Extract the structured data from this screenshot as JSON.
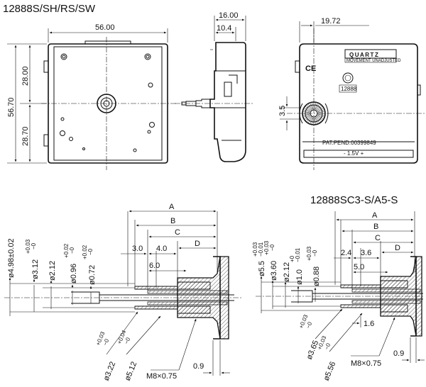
{
  "top_left_title": "12888S/SH/RS/SW",
  "bottom_right_title": "12888SC3-S/A5-S",
  "front_view": {
    "width_dim": "56.00",
    "height_dim": "56.70",
    "upper_dim": "28.00",
    "lower_dim": "28.70"
  },
  "side_view": {
    "depth_dim": "16.00",
    "inner_dim": "10.4"
  },
  "back_view": {
    "offset_dim": "19.72",
    "shaft_dim": "3.5",
    "brand": "QUARTZ",
    "brand_sub": "MOVEMENT UNADJUSTED",
    "ce_mark": "CE",
    "model_label": "12888",
    "patent": "PAT.PEND.00399849",
    "voltage": "- 1.5V +"
  },
  "left_section": {
    "letter_a": "A",
    "letter_b": "B",
    "letter_c": "C",
    "letter_d": "D",
    "dim_30": "3.0",
    "dim_40": "4.0",
    "dim_60": "6.0",
    "dia_498": "ø4.98±0.02",
    "dia_312": "ø3.12",
    "tol_312_up": "+0.03",
    "tol_312_dn": "−0",
    "dia_212": "ø2.12",
    "dia_096": "ø0.96",
    "tol_096_up": "+0.02",
    "tol_096_dn": "−0",
    "dia_072": "ø0.72",
    "tol_072_up": "+0.02",
    "tol_072_dn": "−0",
    "dia_322": "ø3.22",
    "tol_322_up": "+0.03",
    "tol_322_dn": "−0",
    "dia_512": "ø5.12",
    "tol_512_up": "+0.04",
    "tol_512_dn": "−0",
    "thread": "M8×0.75",
    "dim_09": "0.9"
  },
  "right_section": {
    "letter_a": "A",
    "letter_b": "B",
    "letter_c": "C",
    "letter_d": "D",
    "dim_24": "2.4",
    "dim_36": "3.6",
    "dim_50": "5.0",
    "dim_16": "1.6",
    "dia_55": "ø5.5",
    "tol_55_up": "+0.03",
    "tol_55_dn": "−0.01",
    "dia_360": "ø3.60",
    "tol_360_up": "+0.03",
    "tol_360_dn": "−0",
    "dia_212": "ø2.12",
    "dia_10": "ø1.0",
    "tol_10_up": "+0",
    "tol_10_dn": "−0.01",
    "dia_088": "ø0.88",
    "tol_088_up": "+0.03",
    "tol_088_dn": "−0",
    "dia_365": "ø3.65",
    "tol_365_up": "+0.03",
    "tol_365_dn": "−0",
    "dia_556": "ø5.56",
    "tol_556_up": "+0.03",
    "tol_556_dn": "−0",
    "thread": "M8×0.75",
    "dim_09": "0.9"
  }
}
